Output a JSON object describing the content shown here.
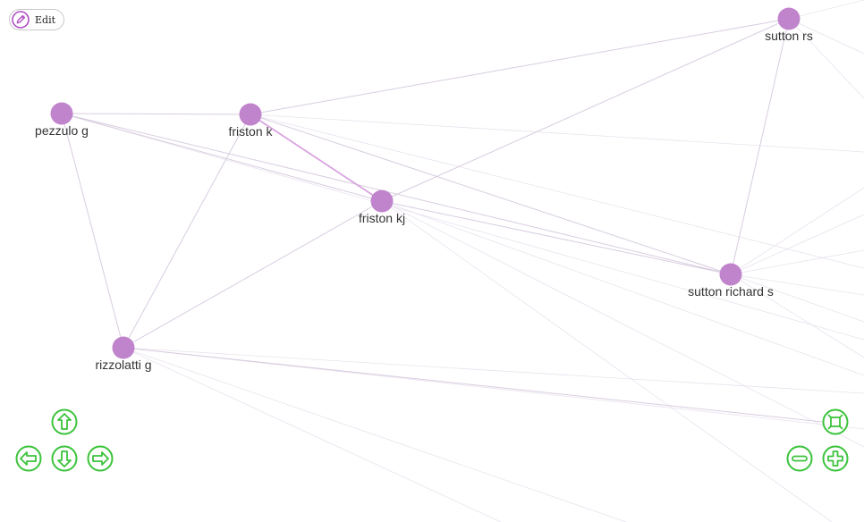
{
  "toolbar": {
    "edit_label": "Edit",
    "edit_icon": "pencil-icon"
  },
  "colors": {
    "node": "#c084cc",
    "edge": "#d8cde0",
    "edge_highlight": "#d9a3e0",
    "control": "#3cc33c"
  },
  "nodes": [
    {
      "id": "sutton_rs",
      "label": "sutton rs"
    },
    {
      "id": "pezzulo_g",
      "label": "pezzulo g"
    },
    {
      "id": "friston_k",
      "label": "friston k"
    },
    {
      "id": "friston_kj",
      "label": "friston kj"
    },
    {
      "id": "sutton_richard_s",
      "label": "sutton richard s"
    },
    {
      "id": "rizzolatti_g",
      "label": "rizzolatti g"
    }
  ],
  "edges": [
    {
      "source": "pezzulo_g",
      "target": "friston_k"
    },
    {
      "source": "pezzulo_g",
      "target": "friston_kj"
    },
    {
      "source": "pezzulo_g",
      "target": "sutton_richard_s"
    },
    {
      "source": "pezzulo_g",
      "target": "rizzolatti_g"
    },
    {
      "source": "friston_k",
      "target": "friston_kj",
      "highlight": true
    },
    {
      "source": "friston_k",
      "target": "sutton_richard_s"
    },
    {
      "source": "friston_k",
      "target": "sutton_rs"
    },
    {
      "source": "friston_k",
      "target": "rizzolatti_g"
    },
    {
      "source": "friston_kj",
      "target": "sutton_rs"
    },
    {
      "source": "friston_kj",
      "target": "sutton_richard_s"
    },
    {
      "source": "friston_kj",
      "target": "rizzolatti_g"
    },
    {
      "source": "sutton_rs",
      "target": "sutton_richard_s"
    }
  ],
  "controls": {
    "pan_up": "arrow-up-icon",
    "pan_left": "arrow-left-icon",
    "pan_down": "arrow-down-icon",
    "pan_right": "arrow-right-icon",
    "zoom_out": "minus-icon",
    "zoom_in": "plus-icon",
    "fit": "fit-screen-icon"
  }
}
